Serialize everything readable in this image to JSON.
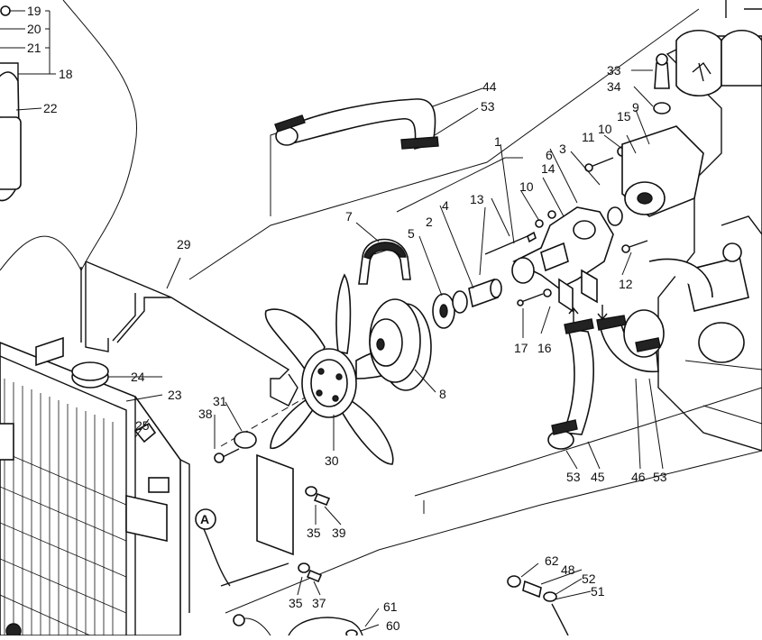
{
  "callouts": {
    "c1": "1",
    "c2": "2",
    "c3": "3",
    "c4": "4",
    "c5": "5",
    "c6": "6",
    "c7": "7",
    "c8": "8",
    "c9": "9",
    "c10a": "10",
    "c10b": "10",
    "c11": "11",
    "c12": "12",
    "c13": "13",
    "c14": "14",
    "c15": "15",
    "c16": "16",
    "c17": "17",
    "c18": "18",
    "c19": "19",
    "c20": "20",
    "c21": "21",
    "c22": "22",
    "c23": "23",
    "c24": "24",
    "c25": "25",
    "c29": "29",
    "c30": "30",
    "c31": "31",
    "c33": "33",
    "c34": "34",
    "c35a": "35",
    "c35b": "35",
    "c37": "37",
    "c38": "38",
    "c39": "39",
    "c44": "44",
    "c45": "45",
    "c46": "46",
    "c48": "48",
    "c51": "51",
    "c52": "52",
    "c53a": "53",
    "c53b": "53",
    "c53c": "53",
    "c60": "60",
    "c61": "61",
    "c62": "62"
  },
  "reference_marker": "A"
}
